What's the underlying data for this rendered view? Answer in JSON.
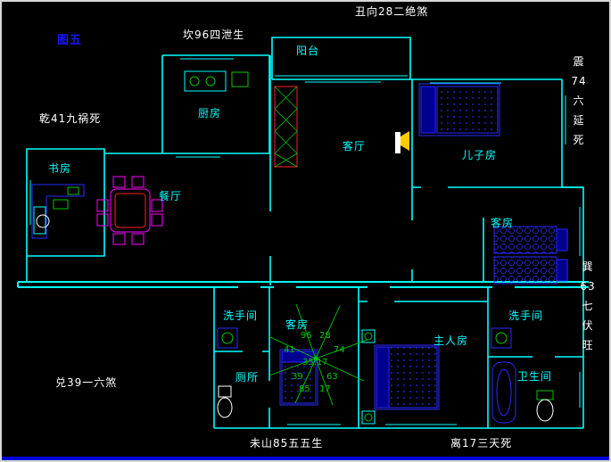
{
  "figure": {
    "label": "图五"
  },
  "annotations": {
    "chou": "丑向28二绝煞",
    "kan": "坎96四泄生",
    "qian": "乾41九祸死",
    "dui": "兑39一六煞",
    "wei": "未山85五五生",
    "li": "离17三天死",
    "zhen": "震\n74\n六\n延\n死",
    "xun": "巽\n63\n七\n伏\n旺"
  },
  "rooms": {
    "balcony": "阳台",
    "kitchen": "厨房",
    "living": "客厅",
    "son": "儿子房",
    "study": "书房",
    "dining": "餐厅",
    "guest_right": "客房",
    "guest_center": "客房",
    "washroom_left": "洗手间",
    "washroom_right": "洗手间",
    "toilet": "厕所",
    "master": "主人房",
    "bathroom": "卫生间"
  },
  "compass": {
    "numbers": {
      "n96": "96",
      "n28": "28",
      "n41": "41",
      "n74": "74",
      "n39": "39",
      "n63": "63",
      "n85": "85",
      "n17": "17"
    },
    "angle": "35.17"
  },
  "colors": {
    "background": "#000000",
    "wall": "#00ffff",
    "furniture": "#2a2aff",
    "accent_green": "#00c800",
    "accent_magenta": "#ff00ff",
    "accent_red": "#ff2020",
    "text_white": "#ffffff",
    "figure_blue": "#1616ff",
    "bottom_bar": "#0000dd"
  }
}
